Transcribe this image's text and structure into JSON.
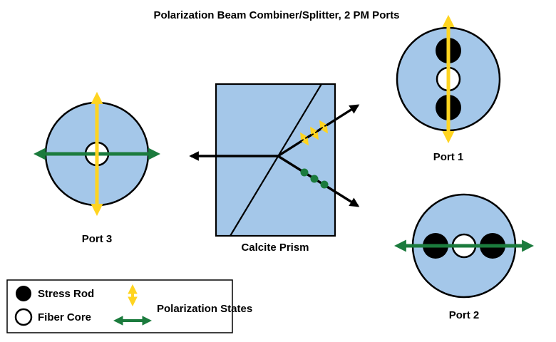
{
  "title": "Polarization Beam Combiner/Splitter, 2 PM Ports",
  "colors": {
    "blue": "#A4C7E9",
    "yellow": "#FFD420",
    "green": "#1B7B3D",
    "black": "#000000"
  },
  "labels": {
    "port1": "Port 1",
    "port2": "Port 2",
    "port3": "Port 3",
    "prism": "Calcite Prism"
  },
  "legend": {
    "stress_rod": "Stress Rod",
    "fiber_core": "Fiber Core",
    "polarization_states": "Polarization States"
  }
}
